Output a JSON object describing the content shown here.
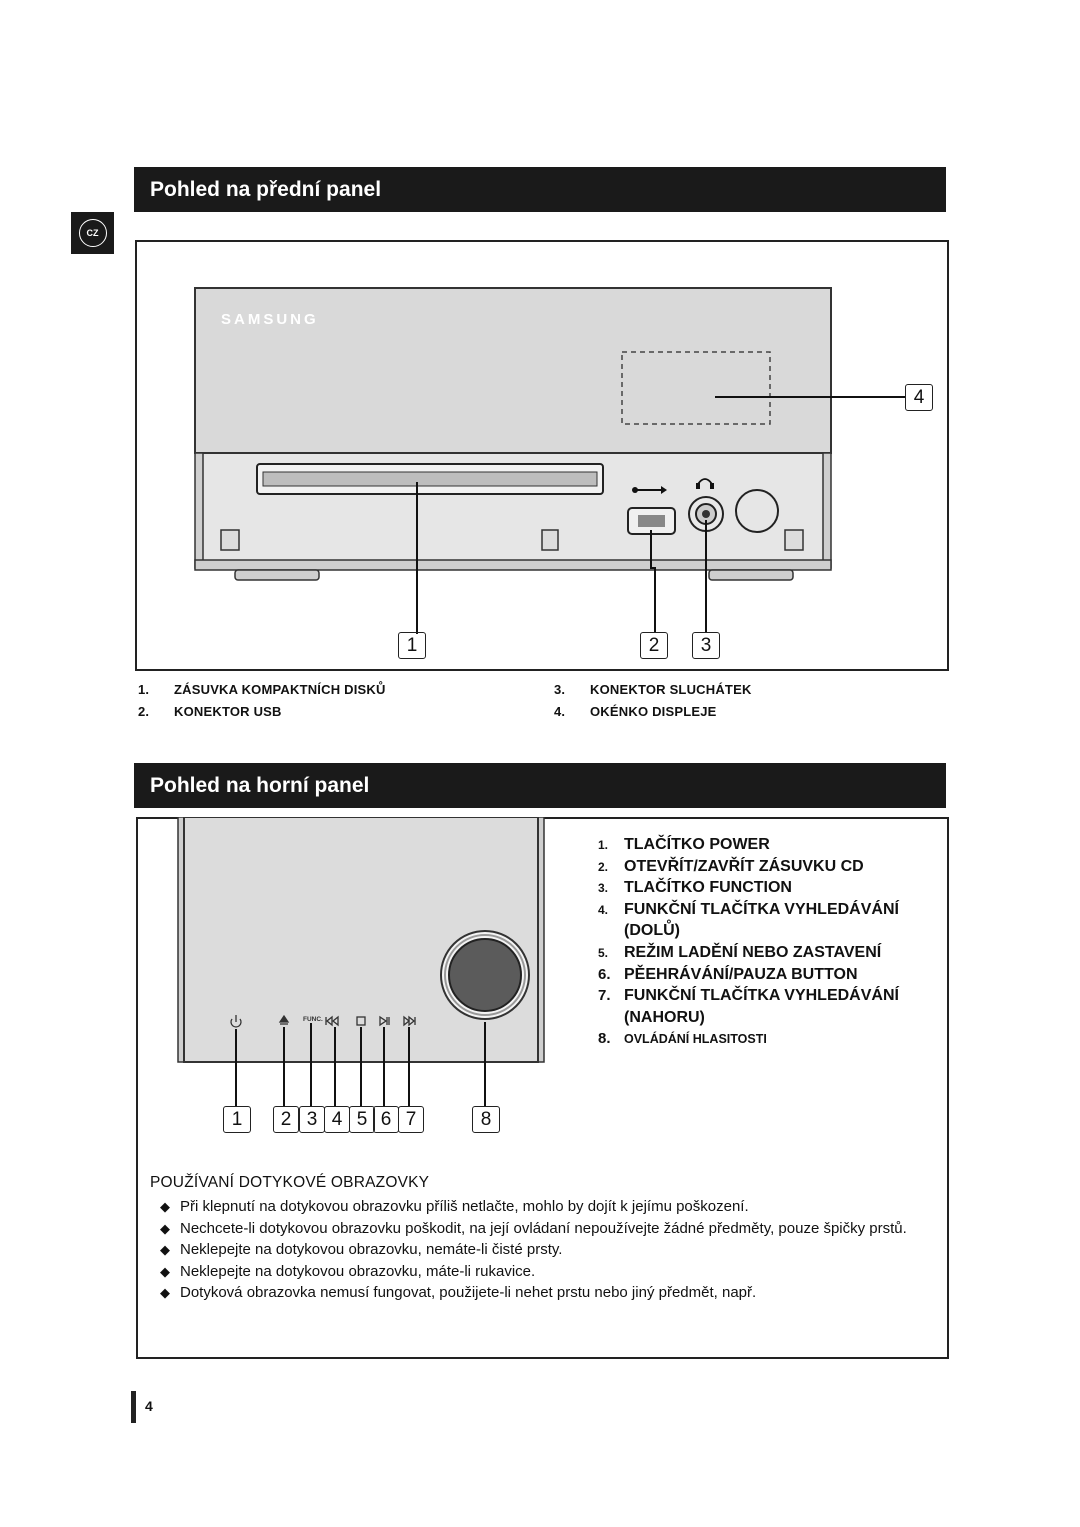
{
  "lang_tab": "CZ",
  "front": {
    "title": "Pohled na přední panel",
    "brand": "SAMSUNG",
    "callouts": [
      "1",
      "2",
      "3",
      "4"
    ],
    "captions_left": [
      {
        "num": "1.",
        "text": "ZÁSUVKA KOMPAKTNÍCH DISKŮ"
      },
      {
        "num": "2.",
        "text": "KONEKTOR USB"
      }
    ],
    "captions_right": [
      {
        "num": "3.",
        "text": "KONEKTOR SLUCHÁTEK"
      },
      {
        "num": "4.",
        "text": "OKÉNKO DISPLEJE"
      }
    ]
  },
  "top": {
    "title": "Pohled na horní panel",
    "func_label": "FUNC.",
    "callouts": [
      "1",
      "2",
      "3",
      "4",
      "5",
      "6",
      "7",
      "8"
    ],
    "list": [
      {
        "num": "1.",
        "text": "TLAČÍTKO POWER"
      },
      {
        "num": "2.",
        "text": "OTEVŘÍT/ZAVŘÍT ZÁSUVKU CD"
      },
      {
        "num": "3.",
        "text": "TLAČÍTKO FUNCTION"
      },
      {
        "num": "4.",
        "text": "FUNKČNÍ TLAČÍTKA VYHLEDÁVÁNÍ"
      },
      {
        "num": "",
        "text": "(DOLŮ)"
      },
      {
        "num": "5.",
        "text": "REŽIM LADĚNÍ NEBO ZASTAVENÍ"
      },
      {
        "num": "6.",
        "text": "PĚEHRÁVÁNÍ/PAUZA BUTTON"
      },
      {
        "num": "7.",
        "text": "FUNKČNÍ TLAČÍTKA VYHLEDÁVÁNÍ"
      },
      {
        "num": "",
        "text": " (NAHORU)"
      },
      {
        "num": "8.",
        "text": "OVLÁDÁNÍ HLASITOSTI"
      }
    ]
  },
  "touch": {
    "title": "POUŽÍVANÍ DOTYKOVÉ OBRAZOVKY",
    "bullet_glyph": "◆",
    "bullets": [
      "Při klepnutí na dotykovou obrazovku příliš netlačte, mohlo by dojít k jejímu poškození.",
      "Nechcete-li dotykovou obrazovku poškodit, na její ovládaní nepoužívejte žádné předměty, pouze špičky prstů.",
      "Neklepejte na dotykovou obrazovku, nemáte-li čisté prsty.",
      "Neklepejte na dotykovou obrazovku, máte-li rukavice.",
      "Dotyková obrazovka nemusí fungovat, použijete-li nehet prstu nebo jiný předmět, např."
    ]
  },
  "page_number": "4"
}
